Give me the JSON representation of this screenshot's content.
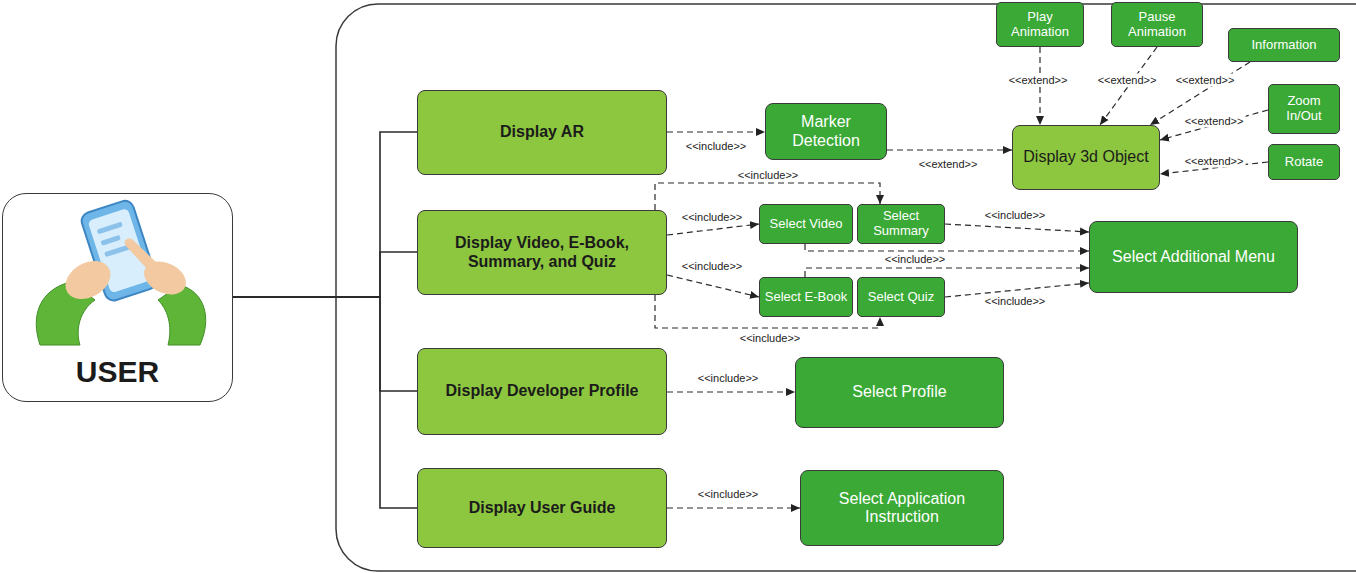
{
  "diagram": {
    "nodes": [
      {
        "text": [
          "USER"
        ]
      },
      {
        "text": [
          "Display AR"
        ]
      },
      {
        "text": [
          "Marker Detection"
        ]
      },
      {
        "text": [
          "Display 3d Object"
        ]
      },
      {
        "text": [
          "Play Animation"
        ]
      },
      {
        "text": [
          "Pause Animation"
        ]
      },
      {
        "text": [
          "Information"
        ]
      },
      {
        "text": [
          "Zoom In/Out"
        ]
      },
      {
        "text": [
          "Rotate"
        ]
      },
      {
        "text": [
          "Display Video, E-Book, Summary, and Quiz"
        ]
      },
      {
        "text": [
          "Select Video"
        ]
      },
      {
        "text": [
          "Select Summary"
        ]
      },
      {
        "text": [
          "Select Additional Menu"
        ]
      },
      {
        "text": [
          "Select E-Book"
        ]
      },
      {
        "text": [
          "Select Quiz"
        ]
      },
      {
        "text": [
          "Display Developer Profile"
        ]
      },
      {
        "text": [
          "Select Profile"
        ]
      },
      {
        "text": [
          "Display User Guide"
        ]
      },
      {
        "text": [
          "Select Application Instruction"
        ]
      }
    ],
    "edges": [
      {
        "from": 0,
        "to": 1,
        "arrow": "none"
      },
      {
        "from": 0,
        "to": 9,
        "arrow": "none"
      },
      {
        "from": 0,
        "to": 15,
        "arrow": "none"
      },
      {
        "from": 0,
        "to": 17,
        "arrow": "none"
      },
      {
        "from": 1,
        "to": 2,
        "label": "<<include>>",
        "arrow": "to"
      },
      {
        "from": 2,
        "to": 3,
        "label": "<<extend>>",
        "arrow": "to"
      },
      {
        "from": 4,
        "to": 3,
        "label": "<<extend>>",
        "arrow": "to"
      },
      {
        "from": 5,
        "to": 3,
        "label": "<<extend>>",
        "arrow": "to"
      },
      {
        "from": 6,
        "to": 3,
        "label": "<<extend>>",
        "arrow": "to"
      },
      {
        "from": 7,
        "to": 3,
        "label": "<<extend>>",
        "arrow": "to"
      },
      {
        "from": 8,
        "to": 3,
        "label": "<<extend>>",
        "arrow": "to"
      },
      {
        "from": 9,
        "to": 11,
        "label": "<<include>>",
        "arrow": "to"
      },
      {
        "from": 9,
        "to": 10,
        "label": "<<include>>",
        "arrow": "to"
      },
      {
        "from": 9,
        "to": 13,
        "label": "<<include>>",
        "arrow": "to"
      },
      {
        "from": 9,
        "to": 14,
        "label": "<<include>>",
        "arrow": "to"
      },
      {
        "from": 11,
        "to": 12,
        "label": "<<include>>",
        "arrow": "to"
      },
      {
        "from": 10,
        "to": 12,
        "label": "<<include>>",
        "arrow": "to"
      },
      {
        "from": 13,
        "to": 12,
        "arrow": "to"
      },
      {
        "from": 14,
        "to": 12,
        "label": "<<include>>",
        "arrow": "to"
      },
      {
        "from": 15,
        "to": 16,
        "label": "<<include>>",
        "arrow": "to"
      },
      {
        "from": 17,
        "to": 18,
        "label": "<<include>>",
        "arrow": "to"
      }
    ]
  }
}
